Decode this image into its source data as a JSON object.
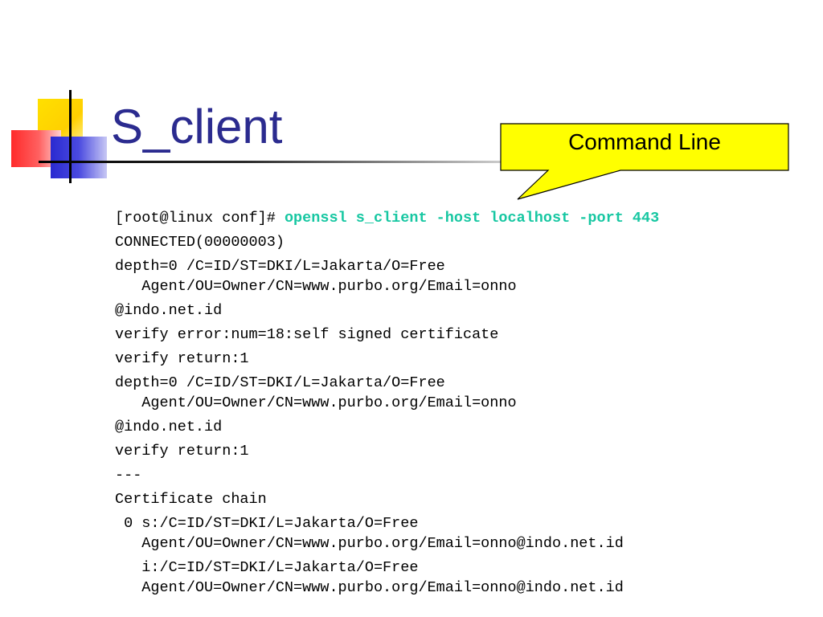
{
  "slide": {
    "title": "S_client",
    "callout": "Command Line"
  },
  "colors": {
    "title": "#2b2b8f",
    "command": "#17c7a2",
    "callout_fill": "#ffff00",
    "accent_yellow": "#ffe000",
    "accent_red": "#ff2a2a",
    "accent_blue": "#2a2ad0"
  },
  "terminal": {
    "prompt": "[root@linux conf]# ",
    "command": "openssl s_client -host localhost -port 443",
    "lines": [
      "CONNECTED(00000003)",
      "depth=0 /C=ID/ST=DKI/L=Jakarta/O=Free\n   Agent/OU=Owner/CN=www.purbo.org/Email=onno",
      "@indo.net.id",
      "verify error:num=18:self signed certificate",
      "verify return:1",
      "depth=0 /C=ID/ST=DKI/L=Jakarta/O=Free\n   Agent/OU=Owner/CN=www.purbo.org/Email=onno",
      "@indo.net.id",
      "verify return:1",
      "---",
      "Certificate chain",
      " 0 s:/C=ID/ST=DKI/L=Jakarta/O=Free\n   Agent/OU=Owner/CN=www.purbo.org/Email=onno@indo.net.id",
      "   i:/C=ID/ST=DKI/L=Jakarta/O=Free\n   Agent/OU=Owner/CN=www.purbo.org/Email=onno@indo.net.id"
    ]
  }
}
